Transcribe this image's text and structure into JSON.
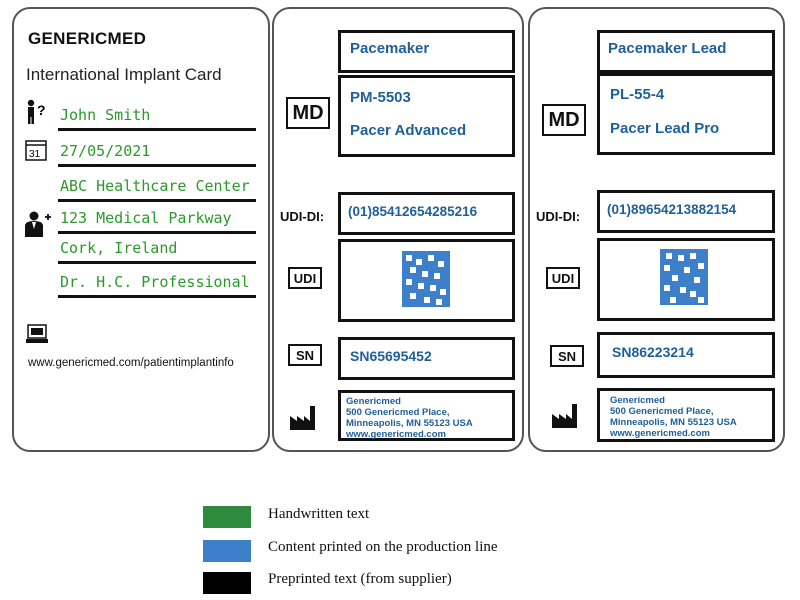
{
  "patient_card": {
    "brand": "GENERICMED",
    "title": "International Implant Card",
    "patient_name": "John Smith",
    "implant_date": "27/05/2021",
    "center_name": "ABC Healthcare Center",
    "center_street": "123 Medical Parkway",
    "center_city": "Cork, Ireland",
    "doctor": "Dr. H.C. Professional",
    "url": "www.genericmed.com/patientimplantinfo",
    "icons": [
      "patient-icon",
      "calendar-icon",
      "doctor-icon",
      "website-icon"
    ]
  },
  "device_cards": [
    {
      "md_label": "MD",
      "device_type": "Pacemaker",
      "model": "PM-5503",
      "name": "Pacer Advanced",
      "udi_di_label": "UDI-DI:",
      "udi_di": "(01)85412654285216",
      "udi_label": "UDI",
      "sn_label": "SN",
      "serial": "SN65695452",
      "manufacturer": [
        "Genericmed",
        "500 Genericmed Place,",
        "Minneapolis, MN 55123 USA",
        "www.genericmed.com"
      ]
    },
    {
      "md_label": "MD",
      "device_type": "Pacemaker Lead",
      "model": "PL-55-4",
      "name": "Pacer Lead Pro",
      "udi_di_label": "UDI-DI:",
      "udi_di": "(01)89654213882154",
      "udi_label": "UDI",
      "sn_label": "SN",
      "serial": "SN86223214",
      "manufacturer": [
        "Genericmed",
        "500 Genericmed Place,",
        "Minneapolis, MN 55123 USA",
        "www.genericmed.com"
      ]
    }
  ],
  "legend": [
    {
      "label": "Handwritten text",
      "color": "#2e8b3e"
    },
    {
      "label": "Content printed on the production line",
      "color": "#3d7fc9"
    },
    {
      "label": "Preprinted text (from supplier)",
      "color": "#000000"
    }
  ],
  "colors": {
    "handwritten": "#2a9a2a",
    "printed": "#1f5f9a",
    "preprinted": "#111111"
  }
}
